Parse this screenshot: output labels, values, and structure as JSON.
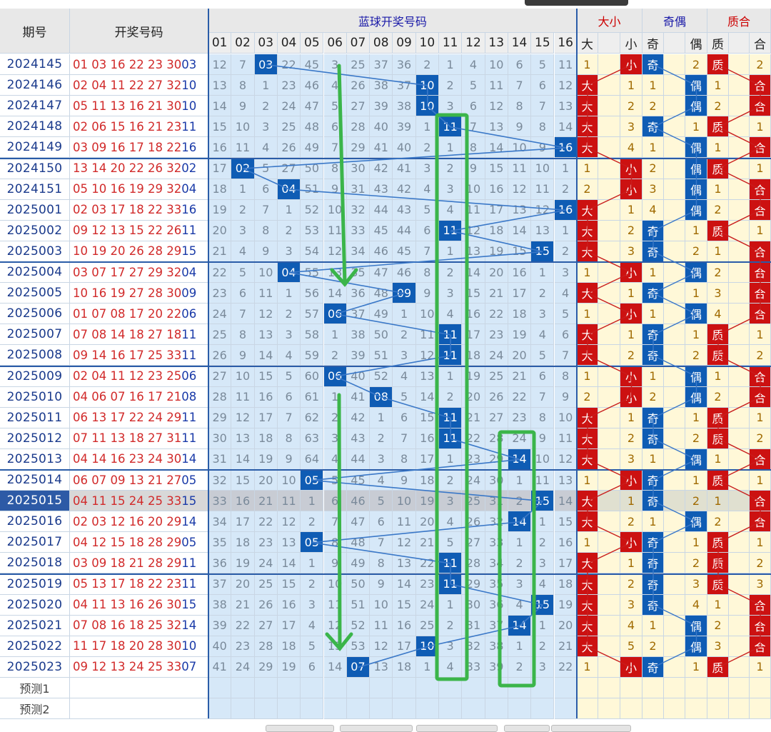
{
  "header": {
    "period_label": "期号",
    "winning_label": "开奖号码",
    "blue_label": "蓝球开奖号码",
    "size_label": "大小",
    "parity_label": "奇偶",
    "prime_label": "质合",
    "blue_columns": [
      "01",
      "02",
      "03",
      "04",
      "05",
      "06",
      "07",
      "08",
      "09",
      "10",
      "11",
      "12",
      "13",
      "14",
      "15",
      "16"
    ],
    "size_sub": [
      "大",
      "",
      "小"
    ],
    "parity_sub": [
      "奇",
      "",
      "偶"
    ],
    "prime_sub": [
      "质",
      "",
      "合"
    ]
  },
  "rows": [
    {
      "period": "2024145",
      "red": "01 03 16 22 23 30",
      "blue": "03",
      "cells": [
        "12",
        "7",
        "03",
        "22",
        "45",
        "3",
        "25",
        "37",
        "36",
        "2",
        "1",
        "4",
        "10",
        "6",
        "5",
        "11"
      ],
      "size": [
        "1",
        "",
        "小"
      ],
      "parity": [
        "奇",
        "",
        "2"
      ],
      "prime": [
        "质",
        "",
        "2"
      ]
    },
    {
      "period": "2024146",
      "red": "02 04 11 22 27 32",
      "blue": "10",
      "cells": [
        "13",
        "8",
        "1",
        "23",
        "46",
        "4",
        "26",
        "38",
        "37",
        "10",
        "2",
        "5",
        "11",
        "7",
        "6",
        "12"
      ],
      "size": [
        "大",
        "",
        "1"
      ],
      "parity": [
        "1",
        "",
        "偶"
      ],
      "prime": [
        "1",
        "",
        "合"
      ]
    },
    {
      "period": "2024147",
      "red": "05 11 13 16 21 30",
      "blue": "10",
      "cells": [
        "14",
        "9",
        "2",
        "24",
        "47",
        "5",
        "27",
        "39",
        "38",
        "10",
        "3",
        "6",
        "12",
        "8",
        "7",
        "13"
      ],
      "size": [
        "大",
        "",
        "2"
      ],
      "parity": [
        "2",
        "",
        "偶"
      ],
      "prime": [
        "2",
        "",
        "合"
      ]
    },
    {
      "period": "2024148",
      "red": "02 06 15 16 21 23",
      "blue": "11",
      "cells": [
        "15",
        "10",
        "3",
        "25",
        "48",
        "6",
        "28",
        "40",
        "39",
        "1",
        "11",
        "7",
        "13",
        "9",
        "8",
        "14"
      ],
      "size": [
        "大",
        "",
        "3"
      ],
      "parity": [
        "奇",
        "",
        "1"
      ],
      "prime": [
        "质",
        "",
        "1"
      ]
    },
    {
      "period": "2024149",
      "red": "03 09 16 17 18 22",
      "blue": "16",
      "cells": [
        "16",
        "11",
        "4",
        "26",
        "49",
        "7",
        "29",
        "41",
        "40",
        "2",
        "1",
        "8",
        "14",
        "10",
        "9",
        "16"
      ],
      "size": [
        "大",
        "",
        "4"
      ],
      "parity": [
        "1",
        "",
        "偶"
      ],
      "prime": [
        "1",
        "",
        "合"
      ]
    },
    {
      "period": "2024150",
      "red": "13 14 20 22 26 32",
      "blue": "02",
      "cells": [
        "17",
        "02",
        "5",
        "27",
        "50",
        "8",
        "30",
        "42",
        "41",
        "3",
        "2",
        "9",
        "15",
        "11",
        "10",
        "1"
      ],
      "size": [
        "1",
        "",
        "小"
      ],
      "parity": [
        "2",
        "",
        "偶"
      ],
      "prime": [
        "质",
        "",
        "1"
      ]
    },
    {
      "period": "2024151",
      "red": "05 10 16 19 29 32",
      "blue": "04",
      "cells": [
        "18",
        "1",
        "6",
        "04",
        "51",
        "9",
        "31",
        "43",
        "42",
        "4",
        "3",
        "10",
        "16",
        "12",
        "11",
        "2"
      ],
      "size": [
        "2",
        "",
        "小"
      ],
      "parity": [
        "3",
        "",
        "偶"
      ],
      "prime": [
        "1",
        "",
        "合"
      ]
    },
    {
      "period": "2025001",
      "red": "02 03 17 18 22 33",
      "blue": "16",
      "cells": [
        "19",
        "2",
        "7",
        "1",
        "52",
        "10",
        "32",
        "44",
        "43",
        "5",
        "4",
        "11",
        "17",
        "13",
        "12",
        "16"
      ],
      "size": [
        "大",
        "",
        "1"
      ],
      "parity": [
        "4",
        "",
        "偶"
      ],
      "prime": [
        "2",
        "",
        "合"
      ]
    },
    {
      "period": "2025002",
      "red": "09 12 13 15 22 26",
      "blue": "11",
      "cells": [
        "20",
        "3",
        "8",
        "2",
        "53",
        "11",
        "33",
        "45",
        "44",
        "6",
        "11",
        "12",
        "18",
        "14",
        "13",
        "1"
      ],
      "size": [
        "大",
        "",
        "2"
      ],
      "parity": [
        "奇",
        "",
        "1"
      ],
      "prime": [
        "质",
        "",
        "1"
      ]
    },
    {
      "period": "2025003",
      "red": "10 19 20 26 28 29",
      "blue": "15",
      "cells": [
        "21",
        "4",
        "9",
        "3",
        "54",
        "12",
        "34",
        "46",
        "45",
        "7",
        "1",
        "13",
        "19",
        "15",
        "15",
        "2"
      ],
      "size": [
        "大",
        "",
        "3"
      ],
      "parity": [
        "奇",
        "",
        "2"
      ],
      "prime": [
        "1",
        "",
        "合"
      ]
    },
    {
      "period": "2025004",
      "red": "03 07 17 27 29 32",
      "blue": "04",
      "cells": [
        "22",
        "5",
        "10",
        "04",
        "55",
        "13",
        "35",
        "47",
        "46",
        "8",
        "2",
        "14",
        "20",
        "16",
        "1",
        "3"
      ],
      "size": [
        "1",
        "",
        "小"
      ],
      "parity": [
        "1",
        "",
        "偶"
      ],
      "prime": [
        "2",
        "",
        "合"
      ]
    },
    {
      "period": "2025005",
      "red": "10 16 19 27 28 30",
      "blue": "09",
      "cells": [
        "23",
        "6",
        "11",
        "1",
        "56",
        "14",
        "36",
        "48",
        "09",
        "9",
        "3",
        "15",
        "21",
        "17",
        "2",
        "4"
      ],
      "size": [
        "大",
        "",
        "1"
      ],
      "parity": [
        "奇",
        "",
        "1"
      ],
      "prime": [
        "3",
        "",
        "合"
      ]
    },
    {
      "period": "2025006",
      "red": "01 07 08 17 20 22",
      "blue": "06",
      "cells": [
        "24",
        "7",
        "12",
        "2",
        "57",
        "06",
        "37",
        "49",
        "1",
        "10",
        "4",
        "16",
        "22",
        "18",
        "3",
        "5"
      ],
      "size": [
        "1",
        "",
        "小"
      ],
      "parity": [
        "1",
        "",
        "偶"
      ],
      "prime": [
        "4",
        "",
        "合"
      ]
    },
    {
      "period": "2025007",
      "red": "07 08 14 18 27 18",
      "blue": "11",
      "cells": [
        "25",
        "8",
        "13",
        "3",
        "58",
        "1",
        "38",
        "50",
        "2",
        "11",
        "11",
        "17",
        "23",
        "19",
        "4",
        "6"
      ],
      "size": [
        "大",
        "",
        "1"
      ],
      "parity": [
        "奇",
        "",
        "1"
      ],
      "prime": [
        "质",
        "",
        "1"
      ]
    },
    {
      "period": "2025008",
      "red": "09 14 16 17 25 33",
      "blue": "11",
      "cells": [
        "26",
        "9",
        "14",
        "4",
        "59",
        "2",
        "39",
        "51",
        "3",
        "12",
        "11",
        "18",
        "24",
        "20",
        "5",
        "7"
      ],
      "size": [
        "大",
        "",
        "2"
      ],
      "parity": [
        "奇",
        "",
        "2"
      ],
      "prime": [
        "质",
        "",
        "2"
      ]
    },
    {
      "period": "2025009",
      "red": "02 04 11 12 23 25",
      "blue": "06",
      "cells": [
        "27",
        "10",
        "15",
        "5",
        "60",
        "06",
        "40",
        "52",
        "4",
        "13",
        "1",
        "19",
        "25",
        "21",
        "6",
        "8"
      ],
      "size": [
        "1",
        "",
        "小"
      ],
      "parity": [
        "1",
        "",
        "偶"
      ],
      "prime": [
        "1",
        "",
        "合"
      ]
    },
    {
      "period": "2025010",
      "red": "04 06 07 16 17 21",
      "blue": "08",
      "cells": [
        "28",
        "11",
        "16",
        "6",
        "61",
        "1",
        "41",
        "08",
        "5",
        "14",
        "2",
        "20",
        "26",
        "22",
        "7",
        "9"
      ],
      "size": [
        "2",
        "",
        "小"
      ],
      "parity": [
        "2",
        "",
        "偶"
      ],
      "prime": [
        "2",
        "",
        "合"
      ]
    },
    {
      "period": "2025011",
      "red": "06 13 17 22 24 29",
      "blue": "11",
      "cells": [
        "29",
        "12",
        "17",
        "7",
        "62",
        "2",
        "42",
        "1",
        "6",
        "15",
        "11",
        "21",
        "27",
        "23",
        "8",
        "10"
      ],
      "size": [
        "大",
        "",
        "1"
      ],
      "parity": [
        "奇",
        "",
        "1"
      ],
      "prime": [
        "质",
        "",
        "1"
      ]
    },
    {
      "period": "2025012",
      "red": "07 11 13 18 27 31",
      "blue": "11",
      "cells": [
        "30",
        "13",
        "18",
        "8",
        "63",
        "3",
        "43",
        "2",
        "7",
        "16",
        "11",
        "22",
        "28",
        "24",
        "9",
        "11"
      ],
      "size": [
        "大",
        "",
        "2"
      ],
      "parity": [
        "奇",
        "",
        "2"
      ],
      "prime": [
        "质",
        "",
        "2"
      ]
    },
    {
      "period": "2025013",
      "red": "04 14 16 23 24 30",
      "blue": "14",
      "cells": [
        "31",
        "14",
        "19",
        "9",
        "64",
        "4",
        "44",
        "3",
        "8",
        "17",
        "1",
        "23",
        "29",
        "14",
        "10",
        "12"
      ],
      "size": [
        "大",
        "",
        "3"
      ],
      "parity": [
        "1",
        "",
        "偶"
      ],
      "prime": [
        "1",
        "",
        "合"
      ]
    },
    {
      "period": "2025014",
      "red": "06 07 09 13 21 27",
      "blue": "05",
      "cells": [
        "32",
        "15",
        "20",
        "10",
        "05",
        "5",
        "45",
        "4",
        "9",
        "18",
        "2",
        "24",
        "30",
        "1",
        "11",
        "13"
      ],
      "size": [
        "1",
        "",
        "小"
      ],
      "parity": [
        "奇",
        "",
        "1"
      ],
      "prime": [
        "质",
        "",
        "1"
      ]
    },
    {
      "period": "2025015",
      "red": "04 11 15 24 25 33",
      "blue": "15",
      "cells": [
        "33",
        "16",
        "21",
        "11",
        "1",
        "6",
        "46",
        "5",
        "10",
        "19",
        "3",
        "25",
        "31",
        "2",
        "15",
        "14"
      ],
      "size": [
        "大",
        "",
        "1"
      ],
      "parity": [
        "奇",
        "",
        "2"
      ],
      "prime": [
        "1",
        "",
        "合"
      ],
      "highlight": true
    },
    {
      "period": "2025016",
      "red": "02 03 12 16 20 29",
      "blue": "14",
      "cells": [
        "34",
        "17",
        "22",
        "12",
        "2",
        "7",
        "47",
        "6",
        "11",
        "20",
        "4",
        "26",
        "32",
        "14",
        "1",
        "15"
      ],
      "size": [
        "大",
        "",
        "2"
      ],
      "parity": [
        "1",
        "",
        "偶"
      ],
      "prime": [
        "2",
        "",
        "合"
      ]
    },
    {
      "period": "2025017",
      "red": "04 12 15 18 28 29",
      "blue": "05",
      "cells": [
        "35",
        "18",
        "23",
        "13",
        "05",
        "8",
        "48",
        "7",
        "12",
        "21",
        "5",
        "27",
        "33",
        "1",
        "2",
        "16"
      ],
      "size": [
        "1",
        "",
        "小"
      ],
      "parity": [
        "奇",
        "",
        "1"
      ],
      "prime": [
        "质",
        "",
        "1"
      ]
    },
    {
      "period": "2025018",
      "red": "03 09 18 21 28 29",
      "blue": "11",
      "cells": [
        "36",
        "19",
        "24",
        "14",
        "1",
        "9",
        "49",
        "8",
        "13",
        "22",
        "11",
        "28",
        "34",
        "2",
        "3",
        "17"
      ],
      "size": [
        "大",
        "",
        "1"
      ],
      "parity": [
        "奇",
        "",
        "2"
      ],
      "prime": [
        "质",
        "",
        "2"
      ]
    },
    {
      "period": "2025019",
      "red": "05 13 17 18 22 23",
      "blue": "11",
      "cells": [
        "37",
        "20",
        "25",
        "15",
        "2",
        "10",
        "50",
        "9",
        "14",
        "23",
        "11",
        "29",
        "35",
        "3",
        "4",
        "18"
      ],
      "size": [
        "大",
        "",
        "2"
      ],
      "parity": [
        "奇",
        "",
        "3"
      ],
      "prime": [
        "质",
        "",
        "3"
      ]
    },
    {
      "period": "2025020",
      "red": "04 11 13 16 26 30",
      "blue": "15",
      "cells": [
        "38",
        "21",
        "26",
        "16",
        "3",
        "11",
        "51",
        "10",
        "15",
        "24",
        "1",
        "30",
        "36",
        "4",
        "15",
        "19"
      ],
      "size": [
        "大",
        "",
        "3"
      ],
      "parity": [
        "奇",
        "",
        "4"
      ],
      "prime": [
        "1",
        "",
        "合"
      ]
    },
    {
      "period": "2025021",
      "red": "07 08 16 18 25 32",
      "blue": "14",
      "cells": [
        "39",
        "22",
        "27",
        "17",
        "4",
        "12",
        "52",
        "11",
        "16",
        "25",
        "2",
        "31",
        "37",
        "14",
        "1",
        "20"
      ],
      "size": [
        "大",
        "",
        "4"
      ],
      "parity": [
        "1",
        "",
        "偶"
      ],
      "prime": [
        "2",
        "",
        "合"
      ]
    },
    {
      "period": "2025022",
      "red": "11 17 18 20 28 30",
      "blue": "10",
      "cells": [
        "40",
        "23",
        "28",
        "18",
        "5",
        "13",
        "53",
        "12",
        "17",
        "10",
        "3",
        "32",
        "38",
        "1",
        "2",
        "21"
      ],
      "size": [
        "大",
        "",
        "5"
      ],
      "parity": [
        "2",
        "",
        "偶"
      ],
      "prime": [
        "3",
        "",
        "合"
      ]
    },
    {
      "period": "2025023",
      "red": "09 12 13 24 25 33",
      "blue": "07",
      "cells": [
        "41",
        "24",
        "29",
        "19",
        "6",
        "14",
        "07",
        "13",
        "18",
        "1",
        "4",
        "33",
        "39",
        "2",
        "3",
        "22"
      ],
      "size": [
        "1",
        "",
        "小"
      ],
      "parity": [
        "奇",
        "",
        "1"
      ],
      "prime": [
        "质",
        "",
        "1"
      ]
    }
  ],
  "predictions": [
    {
      "label": "预测1"
    },
    {
      "label": "预测2"
    }
  ],
  "colors": {
    "hit_blue": "#0f5cb4",
    "hit_red": "#cc1111",
    "miss_bg": "#d6e8f8",
    "yellow_bg": "#fff8d8",
    "annotation_green": "#3bb54a",
    "trend_line": "#3a78c8"
  }
}
